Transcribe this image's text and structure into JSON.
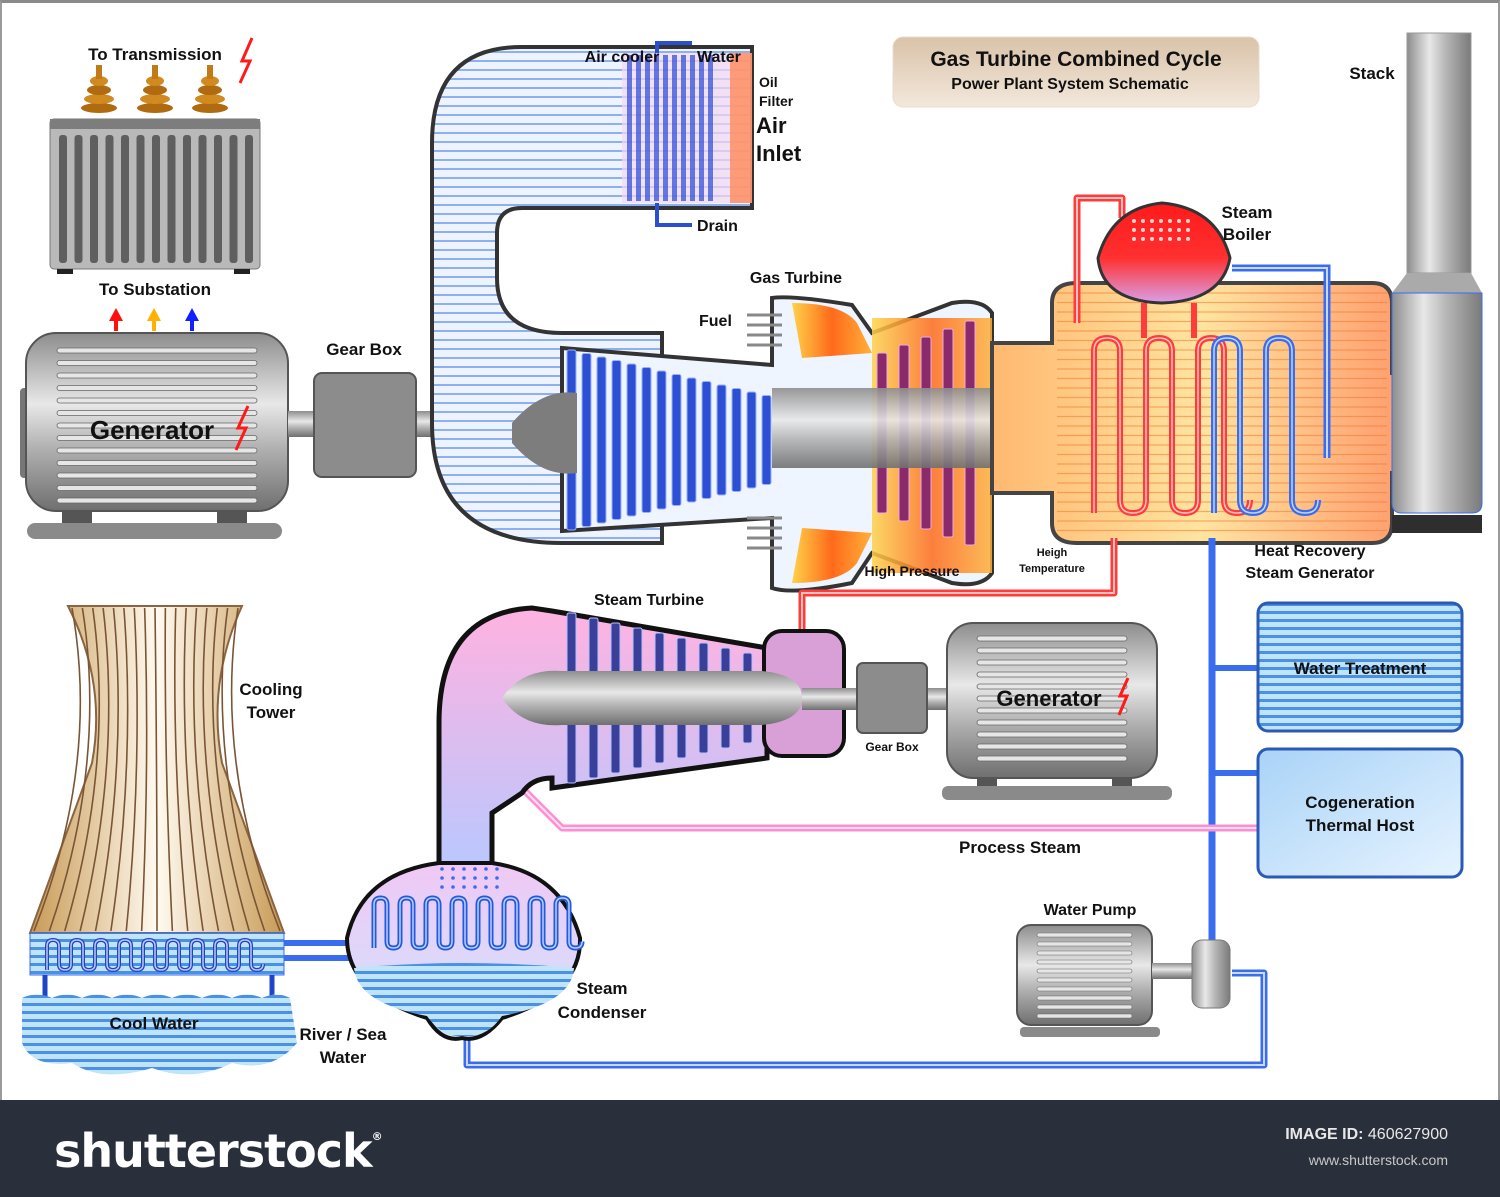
{
  "title": {
    "line1": "Gas Turbine Combined Cycle",
    "line2": "Power Plant System Schematic"
  },
  "labels": {
    "to_transmission": "To Transmission",
    "to_substation": "To Substation",
    "generator_main": "Generator",
    "gear_box_main": "Gear Box",
    "air_cooler": "Air cooler",
    "water": "Water",
    "oil_filter_1": "Oil",
    "oil_filter_2": "Filter",
    "air_inlet_1": "Air",
    "air_inlet_2": "Inlet",
    "drain": "Drain",
    "gas_turbine": "Gas Turbine",
    "fuel": "Fuel",
    "steam_boiler_1": "Steam",
    "steam_boiler_2": "Boiler",
    "stack": "Stack",
    "high_pressure": "High Pressure",
    "high_temp_1": "Heigh",
    "high_temp_2": "Temperature",
    "hrsg_1": "Heat Recovery",
    "hrsg_2": "Steam Generator",
    "steam_turbine": "Steam Turbine",
    "generator_steam": "Generator",
    "gear_box_steam": "Gear Box",
    "water_treatment": "Water Treatment",
    "cogen_1": "Cogeneration",
    "cogen_2": "Thermal Host",
    "process_steam": "Process Steam",
    "cooling_tower_1": "Cooling",
    "cooling_tower_2": "Tower",
    "water_pump": "Water Pump",
    "cool_water": "Cool Water",
    "river_1": "River / Sea",
    "river_2": "Water",
    "condenser_1": "Steam",
    "condenser_2": "Condenser"
  },
  "phase_colors": [
    "#ff1010",
    "#ffb000",
    "#1020ff"
  ],
  "colors": {
    "hot_pipe": "#ff3b3b",
    "cold_pipe": "#3a6cf0",
    "process_steam_pipe": "#ff8fd0"
  },
  "footer": {
    "brand": "shutterstock",
    "image_id_label": "IMAGE ID:",
    "image_id": "460627900",
    "site": "www.shutterstock.com"
  }
}
